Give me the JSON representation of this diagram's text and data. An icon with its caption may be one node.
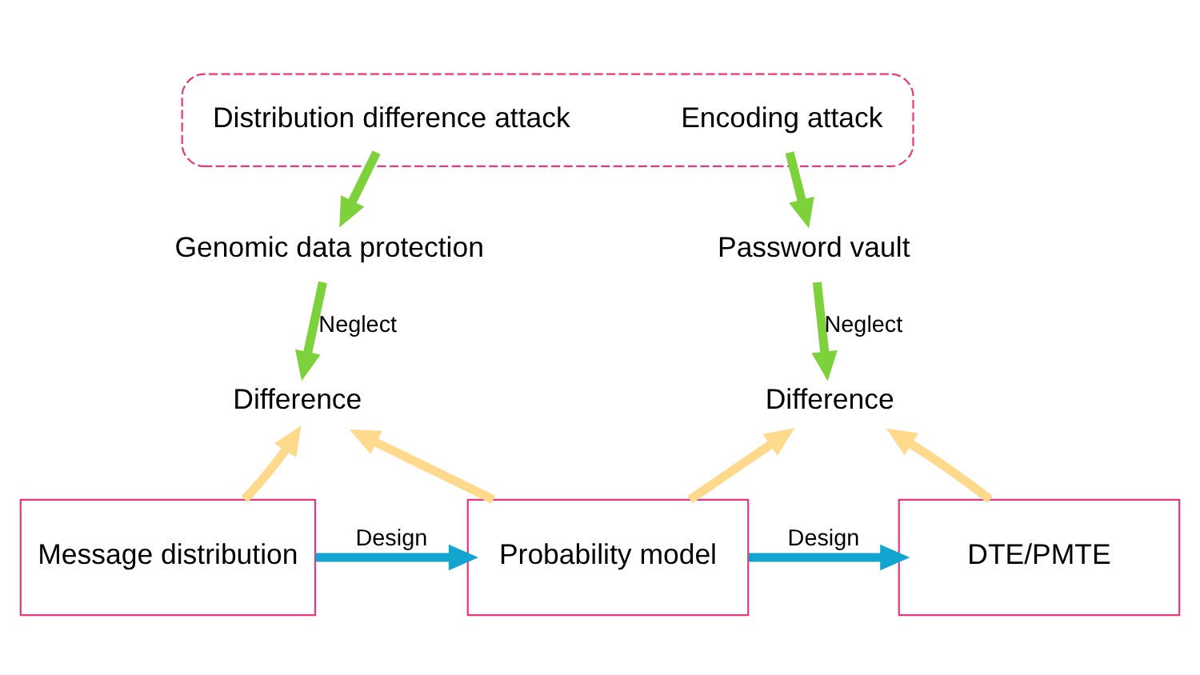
{
  "diagram": {
    "nodes": [
      {
        "text": [],
        "shape": "box"
      },
      {
        "text": [
          "Distribution difference attack"
        ],
        "in": 0
      },
      {
        "text": [
          "Encoding attack"
        ],
        "in": 0
      },
      {
        "text": [
          "Genomic data protection"
        ]
      },
      {
        "text": [
          "Password vault"
        ]
      },
      {
        "text": [
          "Difference"
        ]
      },
      {
        "text": [
          "Difference"
        ]
      },
      {
        "text": [
          "Message distribution"
        ]
      },
      {
        "text": [
          "Probability model"
        ]
      },
      {
        "text": [
          "DTE/PMTE"
        ]
      }
    ],
    "edges": [
      {
        "from": 1,
        "to": 3,
        "arrow": "to",
        "color": "#7dd13b"
      },
      {
        "from": 2,
        "to": 4,
        "arrow": "to",
        "color": "#7dd13b"
      },
      {
        "from": 3,
        "to": 5,
        "arrow": "to",
        "label": "Neglect",
        "color": "#7dd13b"
      },
      {
        "from": 4,
        "to": 6,
        "arrow": "to",
        "label": "Neglect",
        "color": "#7dd13b"
      },
      {
        "from": 7,
        "to": 5,
        "arrow": "to",
        "color": "#ffd98c"
      },
      {
        "from": 8,
        "to": 5,
        "arrow": "to",
        "color": "#ffd98c"
      },
      {
        "from": 8,
        "to": 6,
        "arrow": "to",
        "color": "#ffd98c"
      },
      {
        "from": 9,
        "to": 6,
        "arrow": "to",
        "color": "#ffd98c"
      },
      {
        "from": 7,
        "to": 8,
        "arrow": "to",
        "label": "Design",
        "color": "#12a5d0"
      },
      {
        "from": 8,
        "to": 9,
        "arrow": "to",
        "label": "Design",
        "color": "#12a5d0"
      }
    ]
  }
}
